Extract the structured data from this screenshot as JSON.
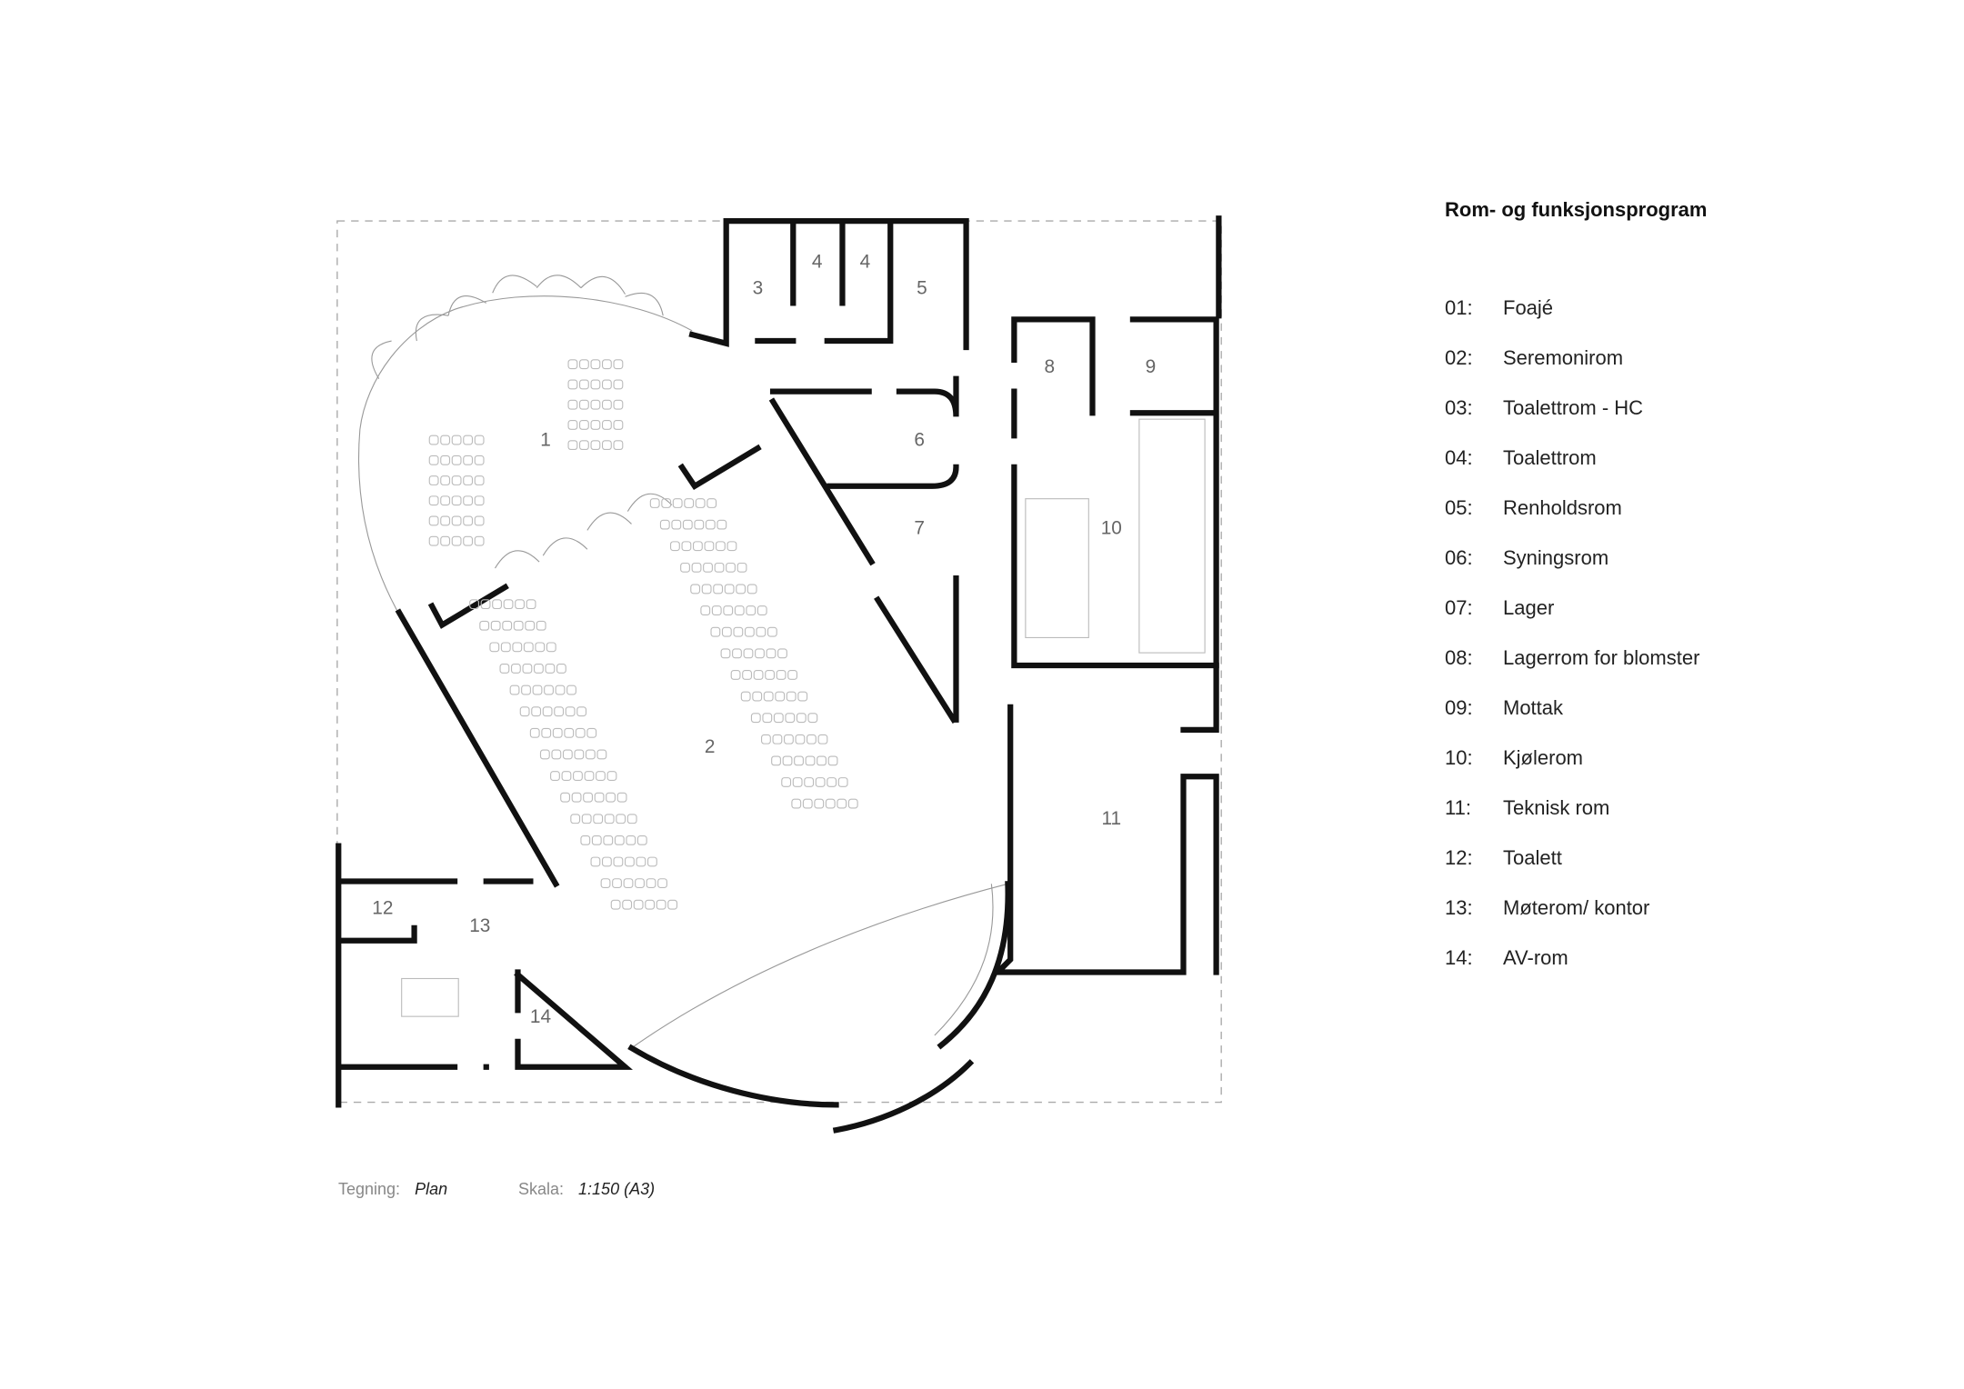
{
  "legend": {
    "title": "Rom- og funksjonsprogram",
    "items": [
      {
        "num": "01:",
        "label": "Foajé"
      },
      {
        "num": "02:",
        "label": "Seremonirom"
      },
      {
        "num": "03:",
        "label": "Toalettrom - HC"
      },
      {
        "num": "04:",
        "label": "Toalettrom"
      },
      {
        "num": "05:",
        "label": "Renholdsrom"
      },
      {
        "num": "06:",
        "label": "Syningsrom"
      },
      {
        "num": "07:",
        "label": "Lager"
      },
      {
        "num": "08:",
        "label": "Lagerrom for blomster"
      },
      {
        "num": "09:",
        "label": "Mottak"
      },
      {
        "num": "10:",
        "label": "Kjølerom"
      },
      {
        "num": "11:",
        "label": "Teknisk rom"
      },
      {
        "num": "12:",
        "label": "Toalett"
      },
      {
        "num": "13:",
        "label": "Møterom/ kontor"
      },
      {
        "num": "14:",
        "label": "AV-rom"
      }
    ]
  },
  "rooms": [
    "1",
    "2",
    "3",
    "4",
    "4",
    "5",
    "6",
    "7",
    "8",
    "9",
    "10",
    "11",
    "12",
    "13",
    "14"
  ],
  "footer": {
    "drawing_label": "Tegning:",
    "drawing_value": "Plan",
    "scale_label": "Skala:",
    "scale_value": "1:150 (A3)"
  }
}
